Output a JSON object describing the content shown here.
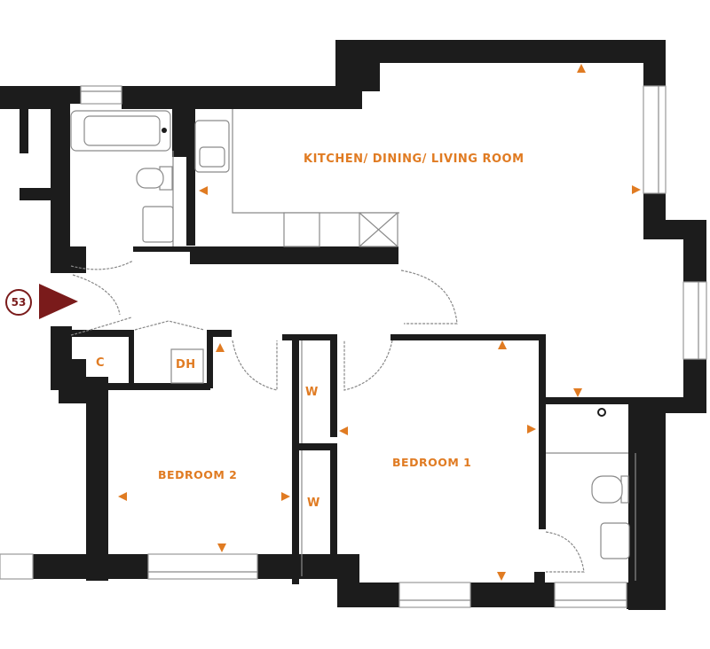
{
  "plan": {
    "type": "apartment floor plan",
    "unit_number": "53",
    "accent_color": "#e07b22",
    "wall_color": "#1c1c1c",
    "entrance_color": "#7a1b1b",
    "rooms": {
      "kitchen": "KITCHEN/ DINING/ LIVING ROOM",
      "bedroom1": "BEDROOM 1",
      "bedroom2": "BEDROOM 2",
      "cupboard": "C",
      "dh": "DH",
      "wardrobe1": "W",
      "wardrobe2": "W"
    }
  }
}
